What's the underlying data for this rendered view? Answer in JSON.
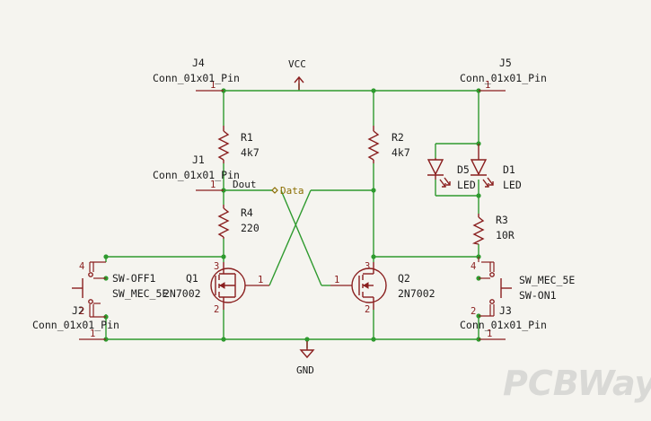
{
  "nets": {
    "vcc": "VCC",
    "gnd": "GND",
    "dout": "Dout",
    "data": "Data"
  },
  "components": {
    "J4": {
      "ref": "J4",
      "value": "Conn_01x01_Pin",
      "pin": "1"
    },
    "J5": {
      "ref": "J5",
      "value": "Conn_01x01_Pin",
      "pin": "1"
    },
    "J1": {
      "ref": "J1",
      "value": "Conn_01x01_Pin",
      "pin": "1"
    },
    "J2": {
      "ref": "J2",
      "value": "Conn_01x01_Pin",
      "pin": "1"
    },
    "J3": {
      "ref": "J3",
      "value": "Conn_01x01_Pin",
      "pin": "1"
    },
    "R1": {
      "ref": "R1",
      "value": "4k7"
    },
    "R2": {
      "ref": "R2",
      "value": "4k7"
    },
    "R3": {
      "ref": "R3",
      "value": "10R"
    },
    "R4": {
      "ref": "R4",
      "value": "220"
    },
    "D1": {
      "ref": "D1",
      "value": "LED"
    },
    "D5": {
      "ref": "D5",
      "value": "LED"
    },
    "Q1": {
      "ref": "Q1",
      "value": "2N7002",
      "pin_gate": "1",
      "pin_drain": "3",
      "pin_source": "2"
    },
    "Q2": {
      "ref": "Q2",
      "value": "2N7002",
      "pin_gate": "1",
      "pin_drain": "3",
      "pin_source": "2"
    },
    "SW_OFF1": {
      "ref": "SW-OFF1",
      "value": "SW_MEC_5E",
      "pin_a": "4",
      "pin_b": "2"
    },
    "SW_ON1": {
      "ref": "SW-ON1",
      "value": "SW_MEC_5E",
      "pin_a": "4",
      "pin_b": "2"
    }
  },
  "watermark": "PCBWay"
}
